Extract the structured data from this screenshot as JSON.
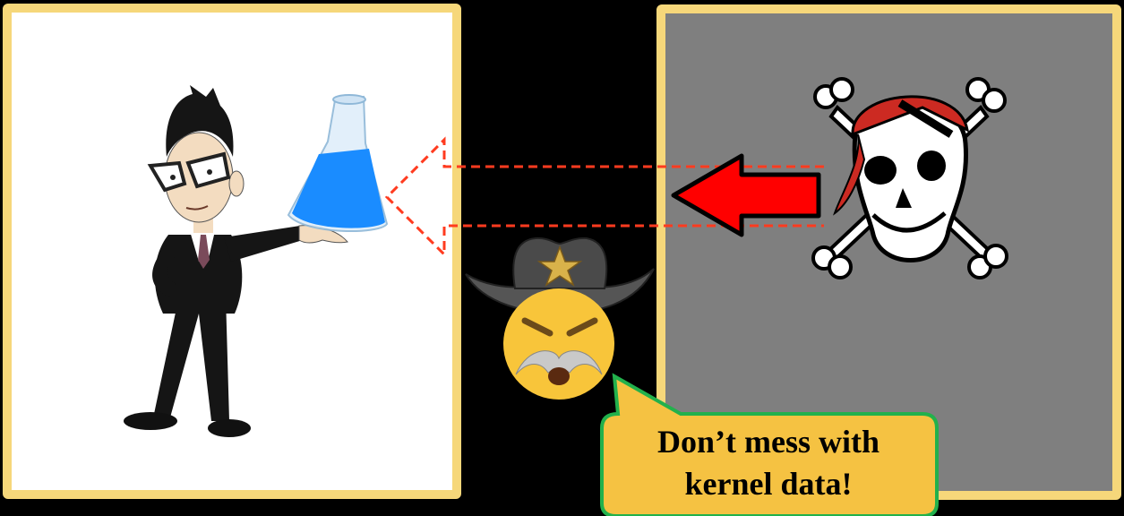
{
  "speech_bubble": {
    "line1": "Don’t mess with",
    "line2": "kernel data!"
  },
  "colors": {
    "panel_border": "#f6d77a",
    "user_panel_bg": "#ffffff",
    "kernel_panel_bg": "#7f7f7f",
    "arrow_red": "#ff0000",
    "dashed_arrow": "#ff3b1f",
    "flask_liquid": "#1a8cff",
    "bubble_fill": "#f5c242",
    "bubble_border": "#22b14c",
    "pirate_bandana": "#cc2a22"
  },
  "icons": [
    "scientist-figure",
    "flask-icon",
    "pirate-skull-icon",
    "sheriff-emoji-icon",
    "sheriff-star-icon"
  ]
}
